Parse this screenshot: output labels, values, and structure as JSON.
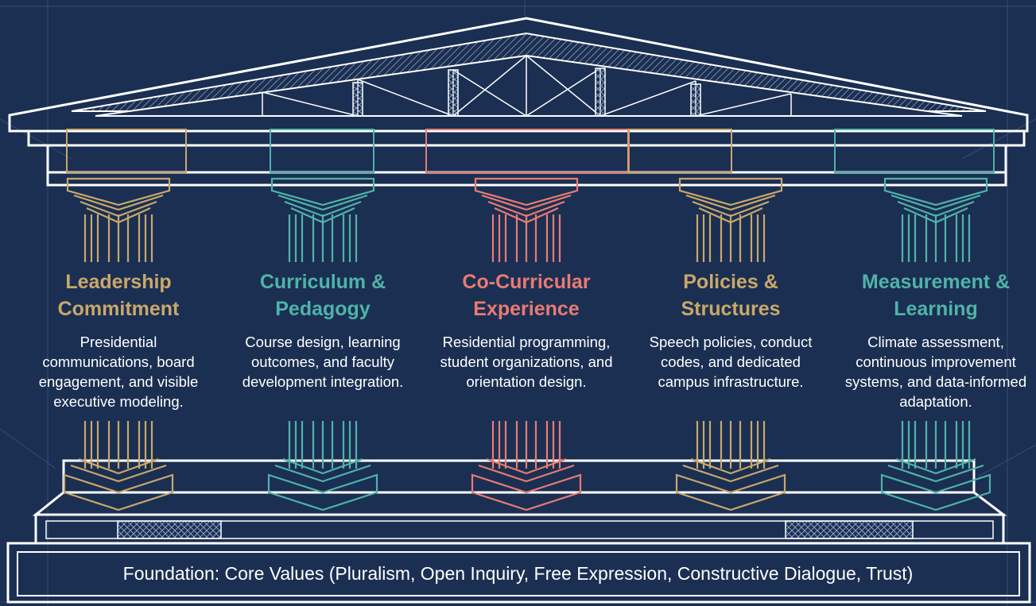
{
  "colors": {
    "background": "#1b2f52",
    "structure": "#ffffff",
    "grid": "#3a5580",
    "gold": "#c9a86a",
    "teal": "#4fb3a9",
    "coral": "#e97b72"
  },
  "pillars": [
    {
      "title": "Leadership Commitment",
      "description": "Presidential communications, board engagement, and visible executive modeling.",
      "color": "#c9a86a"
    },
    {
      "title": "Curriculum & Pedagogy",
      "description": "Course design, learning outcomes, and faculty development integration.",
      "color": "#4fb3a9"
    },
    {
      "title": "Co-Curricular Experience",
      "description": "Residential programming, student organizations, and orientation design.",
      "color": "#e97b72"
    },
    {
      "title": "Policies & Structures",
      "description": "Speech policies, conduct codes, and dedicated campus infrastructure.",
      "color": "#c9a86a"
    },
    {
      "title": "Measurement & Learning",
      "description": "Climate assessment, continuous improvement systems, and data-informed adaptation.",
      "color": "#4fb3a9"
    }
  ],
  "foundation": {
    "label": "Foundation: Core Values (Pluralism, Open Inquiry, Free Expression, Constructive Dialogue, Trust)"
  }
}
